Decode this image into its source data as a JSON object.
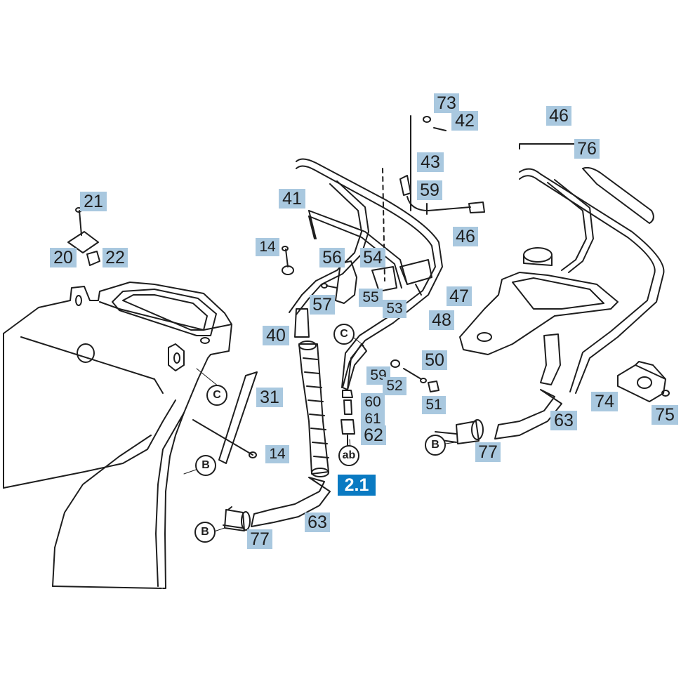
{
  "section_label": "2.1",
  "reference_marks": [
    "C",
    "B",
    "B",
    "B",
    "C",
    "ab"
  ],
  "callouts": [
    "73",
    "42",
    "43",
    "59",
    "46",
    "76",
    "21",
    "41",
    "46",
    "20",
    "22",
    "14",
    "56",
    "54",
    "57",
    "55",
    "53",
    "47",
    "48",
    "40",
    "50",
    "59",
    "52",
    "31",
    "60",
    "61",
    "51",
    "63",
    "74",
    "75",
    "62",
    "14",
    "77",
    "63",
    "77"
  ],
  "icons": [
    "hose-icon",
    "handle-tube-icon",
    "tank-icon",
    "clamp-icon",
    "bracket-icon",
    "screw-icon",
    "washer-icon"
  ]
}
